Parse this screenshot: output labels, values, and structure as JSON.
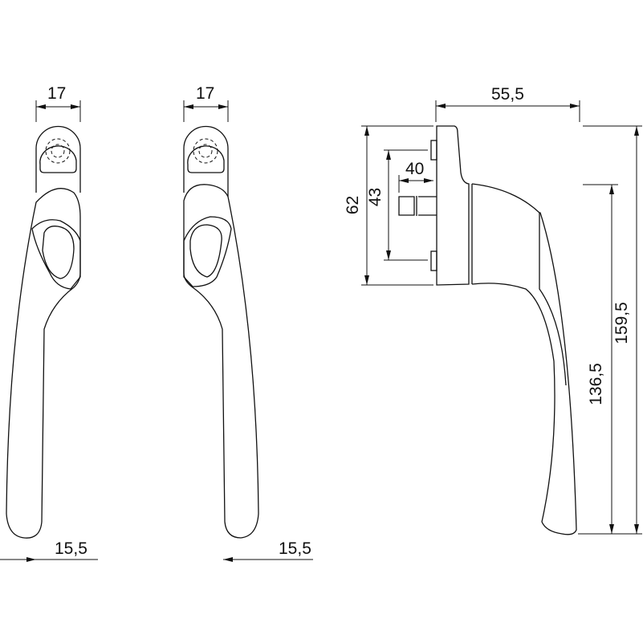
{
  "drawing": {
    "front_view_1": {
      "width_top": "17",
      "lever_offset": "15,5"
    },
    "front_view_2": {
      "width_top": "17",
      "lever_offset": "15,5"
    },
    "side_view": {
      "depth": "55,5",
      "base_height": "62",
      "screw_spacing": "43",
      "spindle_length": "40",
      "lever_length": "136,5",
      "overall_length": "159,5"
    },
    "line_color": "#111111"
  }
}
